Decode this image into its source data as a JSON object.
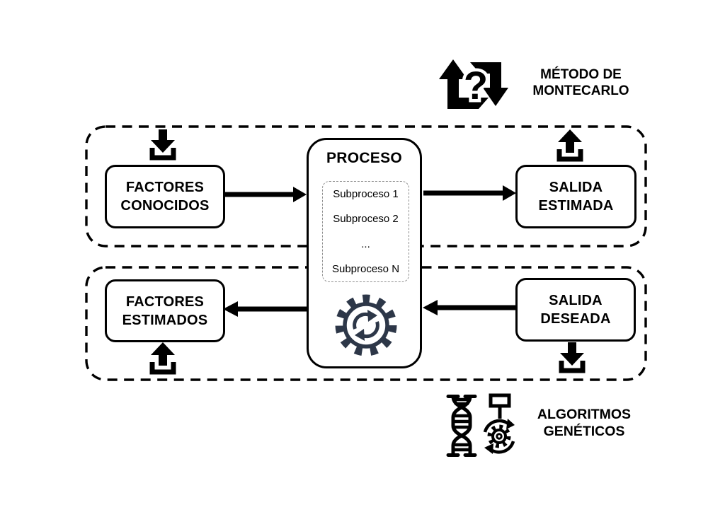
{
  "diagram": {
    "montecarlo_label": {
      "line1": "MÉTODO DE",
      "line2": "MONTECARLO"
    },
    "genetic_label": {
      "line1": "ALGORITMOS",
      "line2": "GENÉTICOS"
    },
    "montecarlo_glyph": "?",
    "proceso": {
      "title": "PROCESO",
      "subprocesos": [
        "Subproceso 1",
        "Subproceso 2",
        "...",
        "Subproceso N"
      ]
    },
    "boxes": {
      "factores_conocidos": {
        "line1": "FACTORES",
        "line2": "CONOCIDOS"
      },
      "salida_estimada": {
        "line1": "SALIDA",
        "line2": "ESTIMADA"
      },
      "factores_estimados": {
        "line1": "FACTORES",
        "line2": "ESTIMADOS"
      },
      "salida_deseada": {
        "line1": "SALIDA",
        "line2": "DESEADA"
      }
    },
    "icons": {
      "montecarlo": "shuffle-question-icon",
      "input_top": "download-tray-icon",
      "output_top": "upload-tray-icon",
      "output_bottom_left": "upload-tray-icon",
      "input_bottom_right": "download-tray-icon",
      "proceso_gear": "gear-cycle-icon",
      "dna": "dna-helix-icon",
      "genetic_gear": "gear-arrows-flag-icon"
    },
    "colors": {
      "ink": "#000000",
      "gear_accent": "#2d3748",
      "background": "#ffffff"
    }
  }
}
